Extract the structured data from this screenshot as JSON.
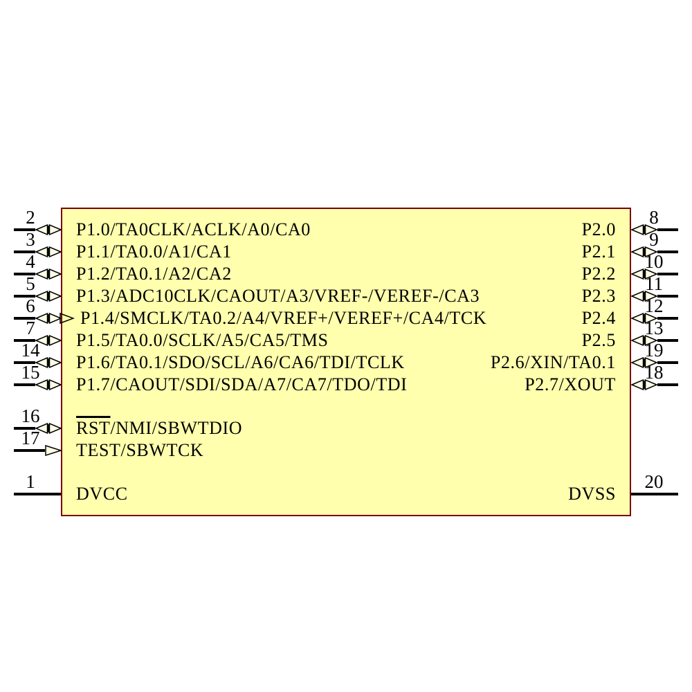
{
  "symbol": {
    "kind": "schematic-component-symbol",
    "colors": {
      "body_fill": "#FFFFAE",
      "body_border": "#7A0000",
      "wire": "#000000",
      "arrow_fill": "#FFFFE6",
      "text": "#000000"
    }
  },
  "pins": {
    "left": [
      {
        "number": "2",
        "label": "P1.0/TA0CLK/ACLK/A0/CA0",
        "direction": "bidirectional"
      },
      {
        "number": "3",
        "label": "P1.1/TA0.0/A1/CA1",
        "direction": "bidirectional"
      },
      {
        "number": "4",
        "label": "P1.2/TA0.1/A2/CA2",
        "direction": "bidirectional"
      },
      {
        "number": "5",
        "label": "P1.3/ADC10CLK/CAOUT/A3/VREF-/VEREF-/CA3",
        "direction": "bidirectional"
      },
      {
        "number": "6",
        "label": "P1.4/SMCLK/TA0.2/A4/VREF+/VEREF+/CA4/TCK",
        "direction": "bidirectional-output"
      },
      {
        "number": "7",
        "label": "P1.5/TA0.0/SCLK/A5/CA5/TMS",
        "direction": "bidirectional"
      },
      {
        "number": "14",
        "label": "P1.6/TA0.1/SDO/SCL/A6/CA6/TDI/TCLK",
        "direction": "bidirectional"
      },
      {
        "number": "15",
        "label": "P1.7/CAOUT/SDI/SDA/A7/CA7/TDO/TDI",
        "direction": "bidirectional"
      },
      {
        "number": "16",
        "label_overline": "RST",
        "label": "/NMI/SBWTDIO",
        "direction": "bidirectional"
      },
      {
        "number": "17",
        "label": "TEST/SBWTCK",
        "direction": "input"
      },
      {
        "number": "1",
        "label": "DVCC",
        "direction": "power"
      }
    ],
    "right": [
      {
        "number": "8",
        "label": "P2.0",
        "direction": "bidirectional"
      },
      {
        "number": "9",
        "label": "P2.1",
        "direction": "bidirectional"
      },
      {
        "number": "10",
        "label": "P2.2",
        "direction": "bidirectional"
      },
      {
        "number": "11",
        "label": "P2.3",
        "direction": "bidirectional"
      },
      {
        "number": "12",
        "label": "P2.4",
        "direction": "bidirectional"
      },
      {
        "number": "13",
        "label": "P2.5",
        "direction": "bidirectional"
      },
      {
        "number": "19",
        "label": "P2.6/XIN/TA0.1",
        "direction": "bidirectional"
      },
      {
        "number": "18",
        "label": "P2.7/XOUT",
        "direction": "bidirectional"
      },
      {
        "number": "20",
        "label": "DVSS",
        "direction": "power"
      }
    ]
  }
}
